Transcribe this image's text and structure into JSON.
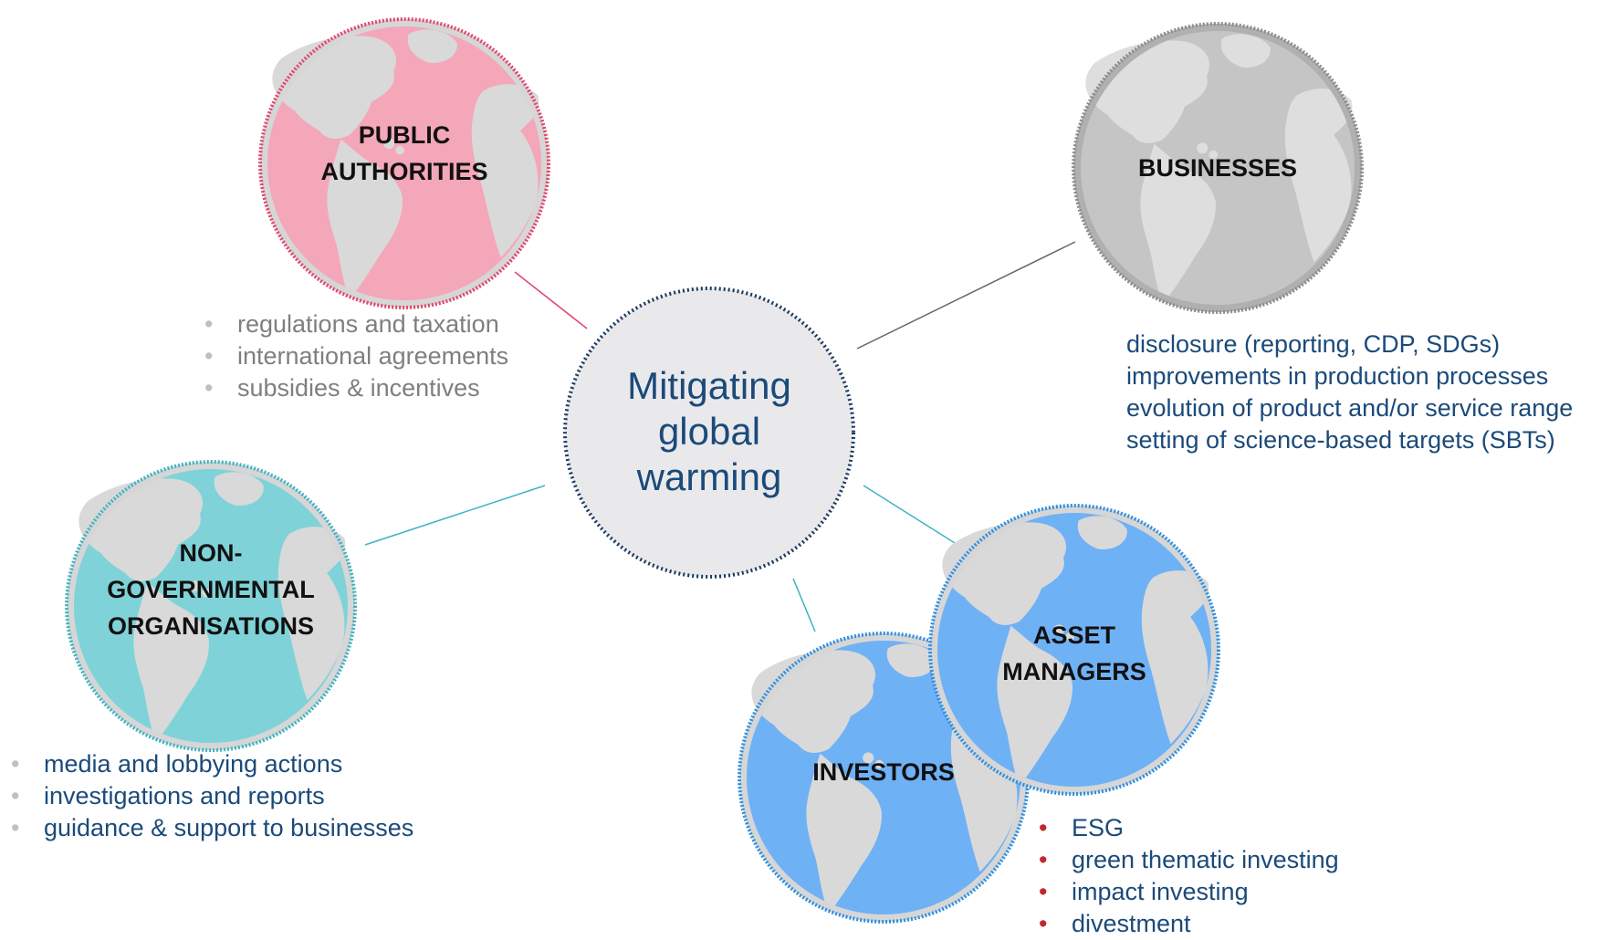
{
  "center": {
    "lines": [
      "Mitigating",
      "global",
      "warming"
    ]
  },
  "globes": {
    "public_authorities": {
      "lines": [
        "PUBLIC",
        "AUTHORITIES"
      ],
      "fill": "#f4a7b9",
      "border": "#e2456b"
    },
    "businesses": {
      "lines": [
        "BUSINESSES"
      ],
      "fill": "#c5c5c5",
      "border": "#8c8c8c"
    },
    "ngo": {
      "lines": [
        "NON-",
        "GOVERNMENTAL",
        "ORGANISATIONS"
      ],
      "fill": "#7fd3d8",
      "border": "#3fb3c3"
    },
    "investors": {
      "lines": [
        "INVESTORS"
      ],
      "fill": "#6fb1f5",
      "border": "#2e8fe0"
    },
    "asset_managers": {
      "lines": [
        "ASSET",
        "MANAGERS"
      ],
      "fill": "#6fb1f5",
      "border": "#2e8fe0"
    }
  },
  "lists": {
    "public_authorities": [
      "regulations and taxation",
      "international agreements",
      "subsidies & incentives"
    ],
    "businesses": [
      "disclosure (reporting, CDP, SDGs)",
      "improvements in production processes",
      "evolution of product and/or service range",
      "setting of science-based targets (SBTs)"
    ],
    "ngo": [
      "media and lobbying actions",
      "investigations and reports",
      "guidance & support to businesses"
    ],
    "asset_managers": [
      "ESG",
      "green thematic investing",
      "impact investing",
      "divestment"
    ]
  },
  "colors": {
    "text_blue": "#1b4a7a",
    "text_grey": "#7f7f7f",
    "bullet_grey": "#b7c3c9",
    "bullet_red": "#c0282e",
    "center_fill": "#e9e9eb",
    "center_border": "#1b3a5e",
    "land": "#d9d9d9"
  }
}
